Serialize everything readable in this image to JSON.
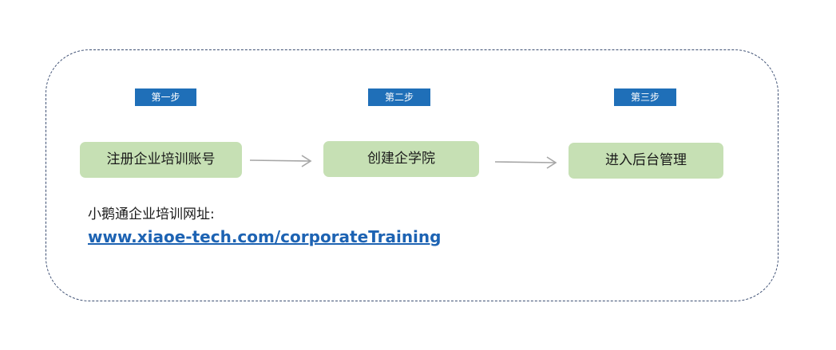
{
  "steps": [
    {
      "tag": "第一步",
      "label": "注册企业培训账号"
    },
    {
      "tag": "第二步",
      "label": "创建企学院"
    },
    {
      "tag": "第三步",
      "label": "进入后台管理"
    }
  ],
  "info": {
    "label": "小鹅通企业培训网址:",
    "url": "www.xiaoe-tech.com/corporateTraining"
  },
  "colors": {
    "tag_bg": "#1f6fb8",
    "step_bg": "#c6e0b4",
    "link": "#1d63b3",
    "frame_border": "#3d4f73",
    "arrow": "#a6a6a6"
  }
}
